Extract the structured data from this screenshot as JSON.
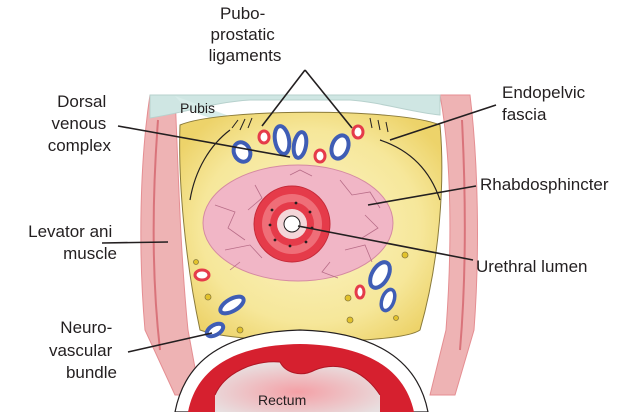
{
  "labels": {
    "pubo_prostatic": [
      "Pubo-",
      "prostatic",
      "ligaments"
    ],
    "dorsal_venous": [
      "Dorsal",
      "venous",
      "complex"
    ],
    "endopelvic": [
      "Endopelvic",
      "fascia"
    ],
    "rhabdosphincter": "Rhabdosphincter",
    "levator_ani": [
      "Levator ani",
      "muscle"
    ],
    "urethral_lumen": "Urethral lumen",
    "neurovascular": [
      "Neuro-",
      "vascular",
      "bundle"
    ],
    "pubis": "Pubis",
    "rectum": "Rectum"
  },
  "colors": {
    "muscle": "#e9a4a6",
    "fat": "#f6e79a",
    "fat_edge": "#e7c94a",
    "bone": "#cfe6e3",
    "prostate": "#f1b6c6",
    "sphincter_red": "#e53b4a",
    "vein_blue": "#3f5db5",
    "rectum_red": "#d6202f",
    "ink": "#231f20"
  }
}
